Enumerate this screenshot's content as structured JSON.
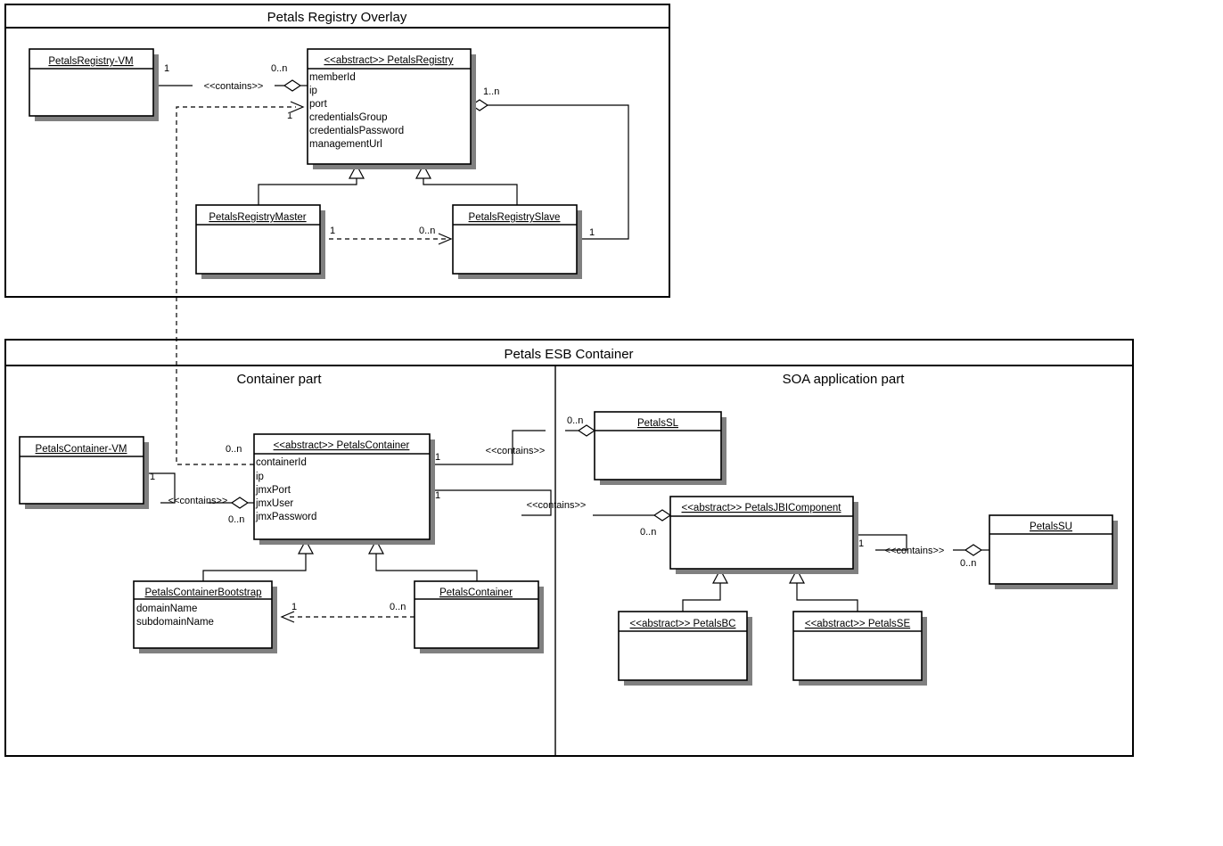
{
  "diagram": {
    "type": "uml-class-diagram",
    "frames": [
      {
        "id": "registry-overlay",
        "title": "Petals Registry Overlay"
      },
      {
        "id": "esb-container",
        "title": "Petals ESB Container"
      }
    ],
    "partitions": [
      {
        "id": "container-part",
        "title": "Container part"
      },
      {
        "id": "soa-part",
        "title": "SOA application part"
      }
    ],
    "classes": {
      "petals_registry_vm": {
        "name": "PetalsRegistry-VM",
        "attributes": []
      },
      "petals_registry": {
        "name": "<<abstract>> PetalsRegistry",
        "attributes": [
          "memberId",
          "ip",
          "port",
          "credentialsGroup",
          "credentialsPassword",
          "managementUrl"
        ]
      },
      "petals_registry_master": {
        "name": "PetalsRegistryMaster",
        "attributes": []
      },
      "petals_registry_slave": {
        "name": "PetalsRegistrySlave",
        "attributes": []
      },
      "petals_container_vm": {
        "name": "PetalsContainer-VM",
        "attributes": []
      },
      "petals_container_abstract": {
        "name": "<<abstract>> PetalsContainer",
        "attributes": [
          "containerId",
          "ip",
          "jmxPort",
          "jmxUser",
          "jmxPassword"
        ]
      },
      "petals_container_bootstrap": {
        "name": "PetalsContainerBootstrap",
        "attributes": [
          "domainName",
          "subdomainName"
        ]
      },
      "petals_container": {
        "name": "PetalsContainer",
        "attributes": []
      },
      "petals_sl": {
        "name": "PetalsSL",
        "attributes": []
      },
      "petals_jbi_component": {
        "name": "<<abstract>> PetalsJBIComponent",
        "attributes": []
      },
      "petals_su": {
        "name": "PetalsSU",
        "attributes": []
      },
      "petals_bc": {
        "name": "<<abstract>> PetalsBC",
        "attributes": []
      },
      "petals_se": {
        "name": "<<abstract>> PetalsSE",
        "attributes": []
      }
    },
    "labels": {
      "contains": "<<contains>>",
      "one": "1",
      "zero_n": "0..n",
      "one_n": "1..n"
    },
    "associations": [
      {
        "from": "petals_registry_vm",
        "to": "petals_registry",
        "kind": "aggregation",
        "label": "<<contains>>",
        "source_mult": "1",
        "target_mult": "0..n"
      },
      {
        "from": "petals_registry",
        "to": "petals_registry_slave",
        "kind": "aggregation",
        "source_mult": "1..n",
        "target_mult": "1"
      },
      {
        "from": "petals_registry_master",
        "to": "petals_registry_slave",
        "kind": "dependency",
        "source_mult": "1",
        "target_mult": "0..n"
      },
      {
        "from": "petals_registry_master",
        "to": "petals_registry",
        "kind": "generalization"
      },
      {
        "from": "petals_registry_slave",
        "to": "petals_registry",
        "kind": "generalization"
      },
      {
        "from": "petals_container_vm",
        "to": "petals_container_abstract",
        "kind": "aggregation",
        "label": "<<contains>>",
        "source_mult": "1",
        "target_mult": "0..n"
      },
      {
        "from": "petals_container_abstract",
        "to": "petals_sl",
        "kind": "aggregation",
        "label": "<<contains>>",
        "source_mult": "1",
        "target_mult": "0..n"
      },
      {
        "from": "petals_container_abstract",
        "to": "petals_jbi_component",
        "kind": "aggregation",
        "label": "<<contains>>",
        "source_mult": "1",
        "target_mult": "0..n"
      },
      {
        "from": "petals_jbi_component",
        "to": "petals_su",
        "kind": "aggregation",
        "label": "<<contains>>",
        "source_mult": "1",
        "target_mult": "0..n"
      },
      {
        "from": "petals_container_bootstrap",
        "to": "petals_container_abstract",
        "kind": "generalization"
      },
      {
        "from": "petals_container",
        "to": "petals_container_abstract",
        "kind": "generalization"
      },
      {
        "from": "petals_container",
        "to": "petals_container_bootstrap",
        "kind": "dependency",
        "source_mult": "0..n",
        "target_mult": "1"
      },
      {
        "from": "petals_bc",
        "to": "petals_jbi_component",
        "kind": "generalization"
      },
      {
        "from": "petals_se",
        "to": "petals_jbi_component",
        "kind": "generalization"
      },
      {
        "from": "petals_container_abstract",
        "to": "petals_registry",
        "kind": "dependency",
        "target_mult": "1",
        "source_mult": "0..n"
      }
    ]
  }
}
